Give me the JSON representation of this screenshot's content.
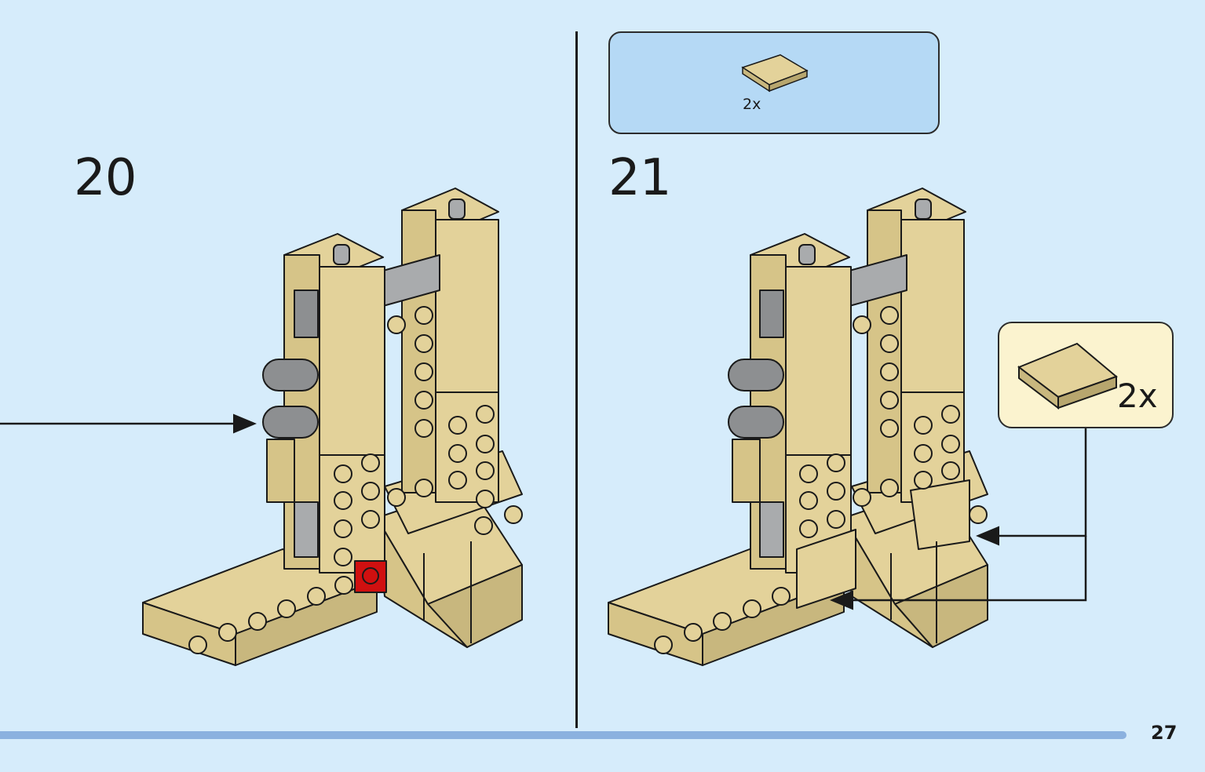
{
  "steps": {
    "left": {
      "number": "20"
    },
    "right": {
      "number": "21"
    }
  },
  "parts_box": {
    "count": "2x"
  },
  "callout": {
    "count": "2x"
  },
  "page": {
    "number": "27"
  },
  "colors": {
    "background": "#d6ecfb",
    "parts_box": "#b5d9f5",
    "callout": "#fbf3cf",
    "brick_tan": "#e3d29a",
    "brick_tan_dark": "#c8b77e",
    "brick_gray": "#8d8f91",
    "brick_red": "#d01010",
    "page_bar": "#8bb1df"
  },
  "icons": [
    "tan-tile-2x2-icon",
    "arrow-icon"
  ]
}
